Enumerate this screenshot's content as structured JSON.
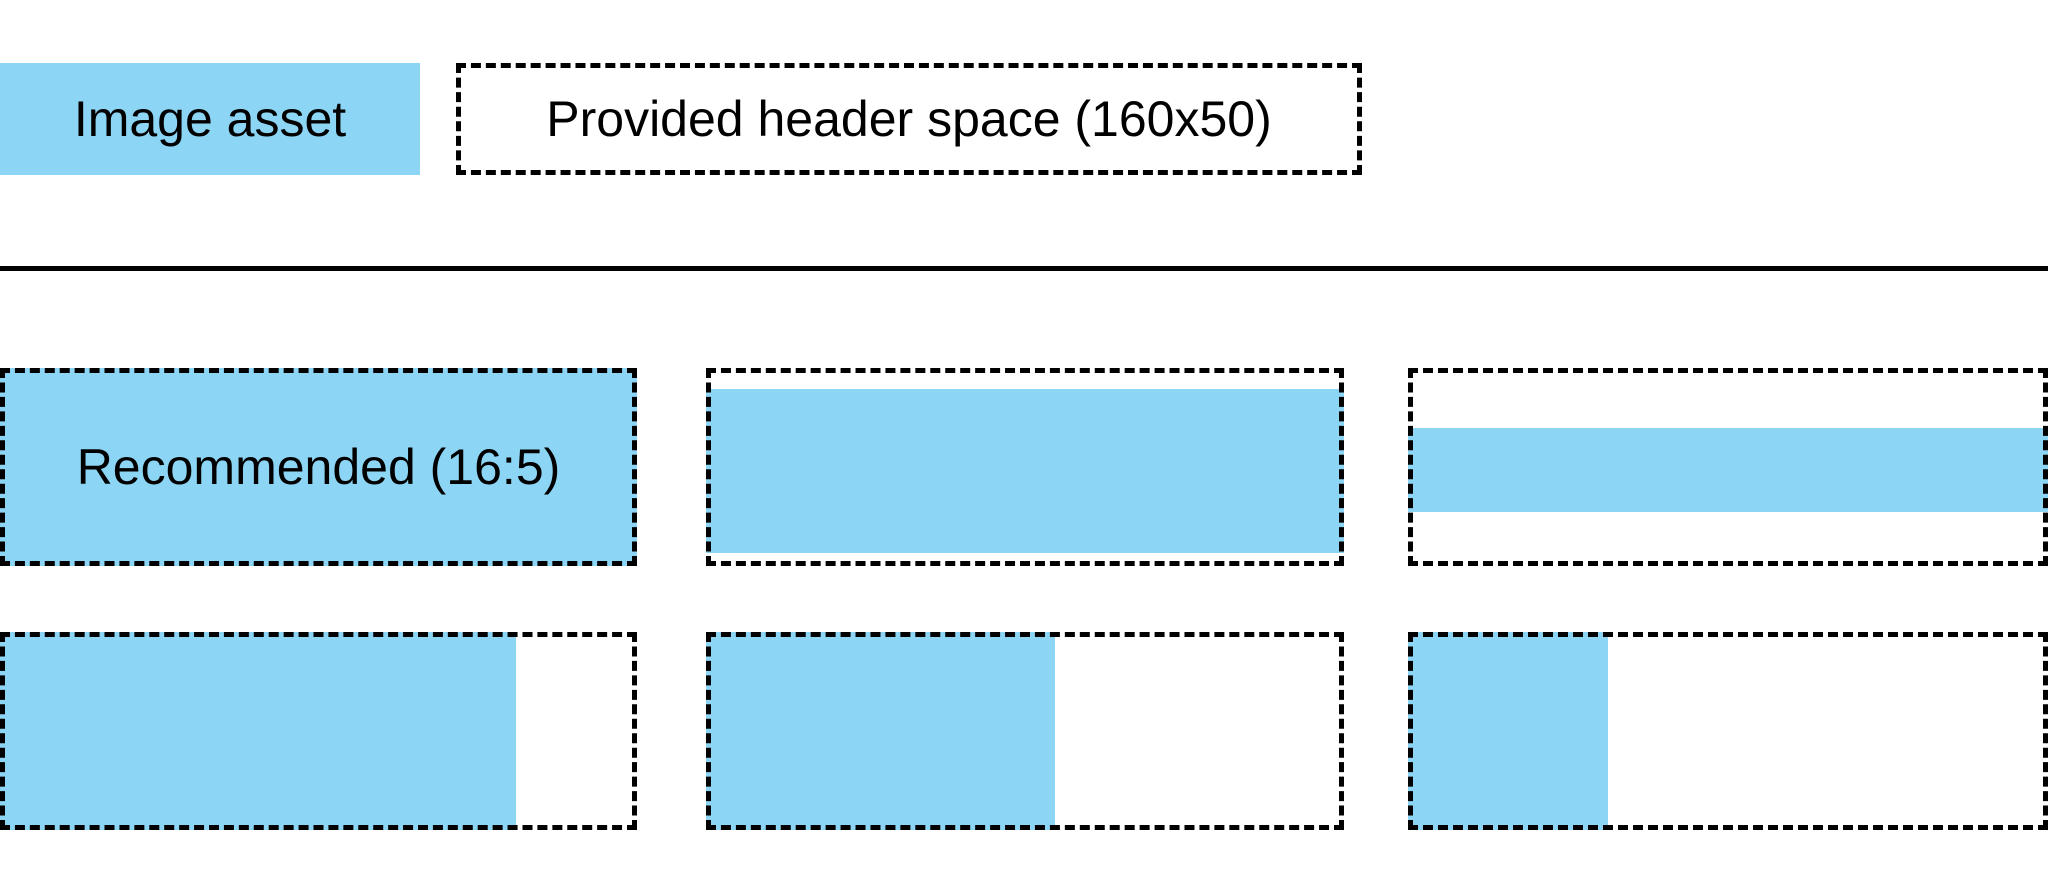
{
  "colors": {
    "asset_blue": "#8dd5f4",
    "outline_black": "#000000",
    "background": "#ffffff"
  },
  "legend": {
    "image_asset_label": "Image asset",
    "header_space_label": "Provided header space (160x50)"
  },
  "examples": {
    "recommended_label": "Recommended (16:5)",
    "cells": [
      {
        "id": "row1-col1",
        "asset_coverage": "fills entire header space",
        "label": "Recommended (16:5)"
      },
      {
        "id": "row1-col2",
        "asset_coverage": "full width, letterboxed top and bottom"
      },
      {
        "id": "row1-col3",
        "asset_coverage": "full width, narrow horizontal band centered"
      },
      {
        "id": "row2-col1",
        "asset_coverage": "full height, about 81% width from left"
      },
      {
        "id": "row2-col2",
        "asset_coverage": "full height, about 55% width from left"
      },
      {
        "id": "row2-col3",
        "asset_coverage": "full height, about 31% width from left"
      }
    ]
  }
}
